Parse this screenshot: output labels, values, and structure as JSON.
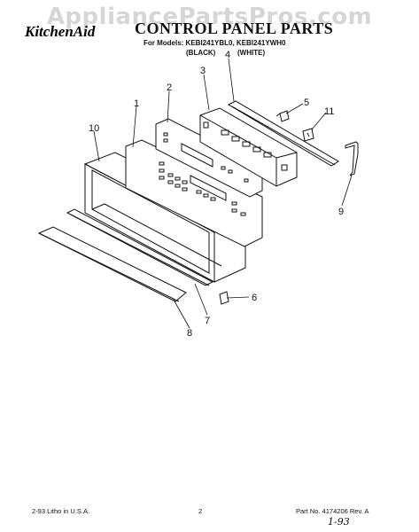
{
  "watermark": "AppliancePartsPros.com",
  "header": {
    "brand": "KitchenAid",
    "title": "CONTROL PANEL PARTS",
    "models": "For Models: KEBI241YBL0, KEBI241YWH0",
    "model_black": "(BLACK)",
    "model_white": "(WHITE)"
  },
  "callouts": [
    "1",
    "2",
    "3",
    "4",
    "5",
    "6",
    "7",
    "8",
    "9",
    "10",
    "11"
  ],
  "footer": {
    "left": "2-93 Litho in U.S.A.",
    "page": "2",
    "part_no": "Part No. 4174206 Rev. A",
    "handwritten": "1-93"
  },
  "colors": {
    "line": "#111111",
    "watermark": "#d6d6d6"
  }
}
